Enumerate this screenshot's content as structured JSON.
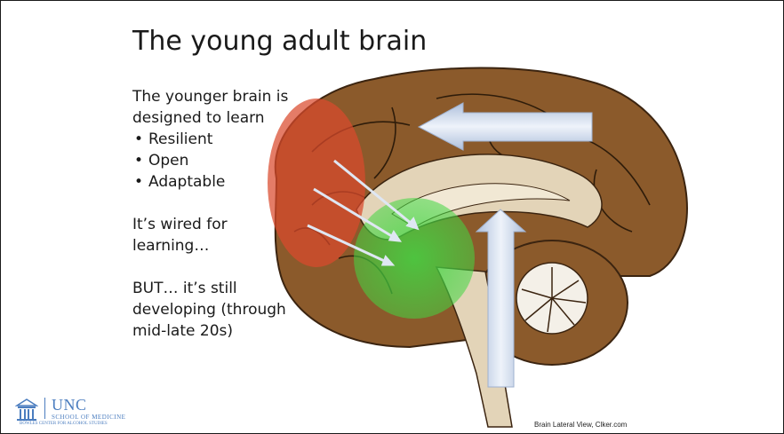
{
  "slide": {
    "title": "The young adult brain",
    "intro_line1": "The younger brain is",
    "intro_line2": "designed to learn",
    "bullets": [
      "Resilient",
      "Open",
      "Adaptable"
    ],
    "wired_line1": "It’s wired for",
    "wired_line2": "learning…",
    "but_line1": "BUT… it’s still",
    "but_line2": "developing (through",
    "but_line3": "mid-late 20s)",
    "image_credit": "Brain Lateral View, Clker.com"
  },
  "logo": {
    "name": "UNC",
    "school": "SCHOOL OF MEDICINE",
    "center": "BOWLES CENTER FOR ALCOHOL STUDIES"
  },
  "colors": {
    "cortex": "#8b5a2b",
    "prefrontal_highlight": "#d94a2c",
    "limbic_highlight": "#3fcf3f",
    "arrow": "#c9d6ea"
  }
}
